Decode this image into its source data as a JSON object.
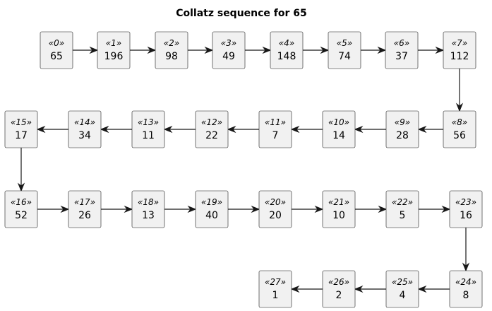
{
  "title": "Collatz sequence for 65",
  "nodes": [
    {
      "label": "«0»",
      "value": "65"
    },
    {
      "label": "«1»",
      "value": "196"
    },
    {
      "label": "«2»",
      "value": "98"
    },
    {
      "label": "«3»",
      "value": "49"
    },
    {
      "label": "«4»",
      "value": "148"
    },
    {
      "label": "«5»",
      "value": "74"
    },
    {
      "label": "«6»",
      "value": "37"
    },
    {
      "label": "«7»",
      "value": "112"
    },
    {
      "label": "«8»",
      "value": "56"
    },
    {
      "label": "«9»",
      "value": "28"
    },
    {
      "label": "«10»",
      "value": "14"
    },
    {
      "label": "«11»",
      "value": "7"
    },
    {
      "label": "«12»",
      "value": "22"
    },
    {
      "label": "«13»",
      "value": "11"
    },
    {
      "label": "«14»",
      "value": "34"
    },
    {
      "label": "«15»",
      "value": "17"
    },
    {
      "label": "«16»",
      "value": "52"
    },
    {
      "label": "«17»",
      "value": "26"
    },
    {
      "label": "«18»",
      "value": "13"
    },
    {
      "label": "«19»",
      "value": "40"
    },
    {
      "label": "«20»",
      "value": "20"
    },
    {
      "label": "«21»",
      "value": "10"
    },
    {
      "label": "«22»",
      "value": "5"
    },
    {
      "label": "«23»",
      "value": "16"
    },
    {
      "label": "«24»",
      "value": "8"
    },
    {
      "label": "«25»",
      "value": "4"
    },
    {
      "label": "«26»",
      "value": "2"
    },
    {
      "label": "«27»",
      "value": "1"
    }
  ]
}
